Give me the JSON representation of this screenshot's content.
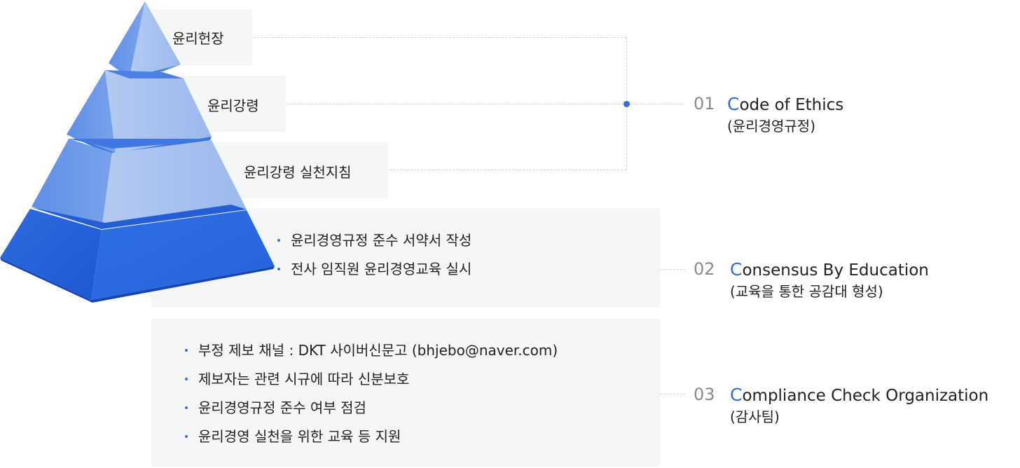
{
  "pyramid": {
    "levels": [
      {
        "label": "윤리헌장"
      },
      {
        "label": "윤리강령"
      },
      {
        "label": "윤리강령 실천지침"
      }
    ],
    "colors": {
      "tier_light": "#a9c1ee",
      "tier_mid": "#6d97e6",
      "tier_dark": "#4a7fe0",
      "base_light": "#2f6ee0",
      "base_dark": "#1f56cc",
      "accent": "#2f6fd6"
    }
  },
  "education_box": {
    "bullets": [
      "윤리경영규정 준수 서약서 작성",
      "전사 임직원 윤리경영교육 실시"
    ]
  },
  "compliance_box": {
    "bullets": [
      "부정 제보 채널 : DKT 사이버신문고 (bhjebo@naver.com)",
      "제보자는 관련 시규에 따라 신분보호",
      "윤리경영규정 준수 여부 점검",
      "윤리경영 실천을 위한 교육 등 지원"
    ]
  },
  "right_items": [
    {
      "num": "01",
      "cap": "C",
      "rest": "ode of Ethics",
      "sub": "(윤리경영규정)"
    },
    {
      "num": "02",
      "cap": "C",
      "rest": "onsensus By Education",
      "sub": "(교육을 통한 공감대 형성)"
    },
    {
      "num": "03",
      "cap": "C",
      "rest": "ompliance Check Organization",
      "sub": "(감사팀)"
    }
  ]
}
